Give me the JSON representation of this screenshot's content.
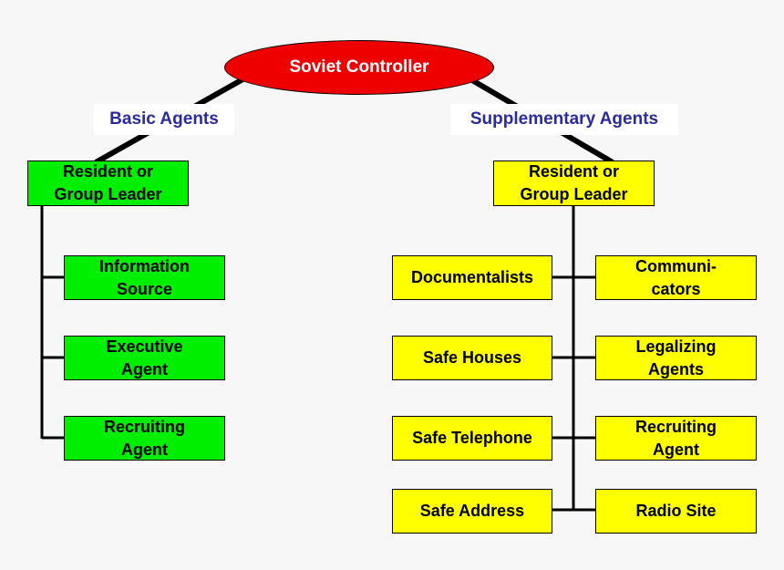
{
  "controller": "Soviet Controller",
  "branches": {
    "basic_label": "Basic Agents",
    "supplementary_label": "Supplementary Agents"
  },
  "basic": {
    "leader": "Resident or\nGroup Leader",
    "agents": [
      "Information\nSource",
      "Executive\nAgent",
      "Recruiting\nAgent"
    ]
  },
  "supplementary": {
    "leader": "Resident or\nGroup Leader",
    "left": [
      "Documentalists",
      "Safe Houses",
      "Safe Telephone",
      "Safe Address"
    ],
    "right": [
      "Communi-\ncators",
      "Legalizing\nAgents",
      "Recruiting\nAgent",
      "Radio Site"
    ]
  },
  "colors": {
    "controller": "#ee0000",
    "basic": "#00ee00",
    "supplementary": "#ffff00",
    "branch_label_text": "#2b2b9e"
  }
}
